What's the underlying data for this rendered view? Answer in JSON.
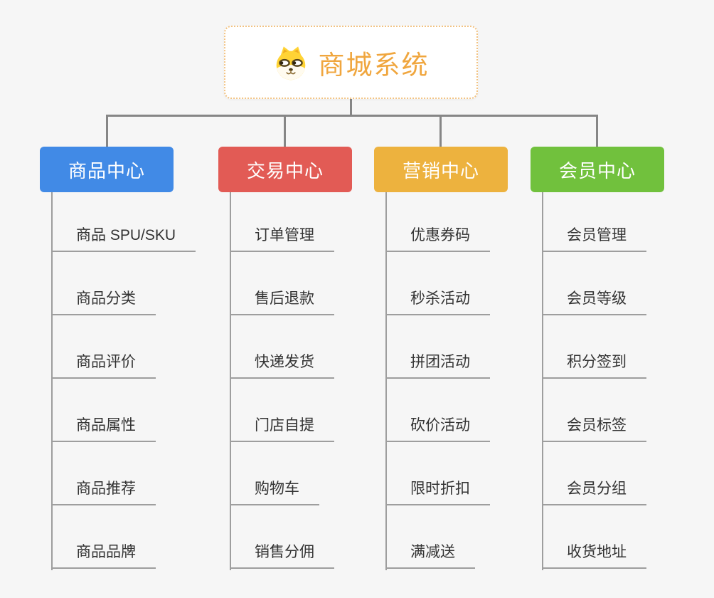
{
  "canvas": {
    "background": "#f6f6f6",
    "connector_color": "#868686",
    "leaf_line_color": "#9e9e9e",
    "leaf_text_color": "#333333"
  },
  "root": {
    "label": "商城系统",
    "icon": "shiba-dog-icon",
    "accent_color": "#f0a63e",
    "border_color": "#f2c383",
    "background": "#ffffff"
  },
  "branches": [
    {
      "label": "商品中心",
      "color": "#418ae6",
      "children": [
        "商品 SPU/SKU",
        "商品分类",
        "商品评价",
        "商品属性",
        "商品推荐",
        "商品品牌"
      ]
    },
    {
      "label": "交易中心",
      "color": "#e25b55",
      "children": [
        "订单管理",
        "售后退款",
        "快递发货",
        "门店自提",
        "购物车",
        "销售分佣"
      ]
    },
    {
      "label": "营销中心",
      "color": "#edb23e",
      "children": [
        "优惠券码",
        "秒杀活动",
        "拼团活动",
        "砍价活动",
        "限时折扣",
        "满减送"
      ]
    },
    {
      "label": "会员中心",
      "color": "#71c13d",
      "children": [
        "会员管理",
        "会员等级",
        "积分签到",
        "会员标签",
        "会员分组",
        "收货地址"
      ]
    }
  ]
}
